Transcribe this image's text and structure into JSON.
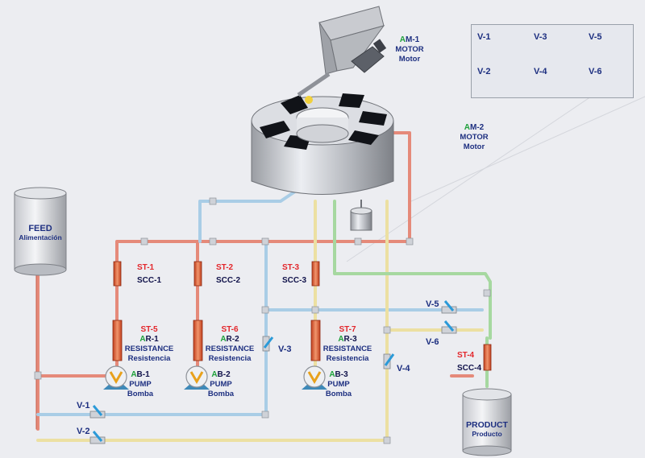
{
  "motor1": {
    "code_prefix": "A",
    "code_rest": "M-1",
    "en": "MOTOR",
    "es": "Motor"
  },
  "motor2": {
    "code_prefix": "A",
    "code_rest": "M-2",
    "en": "MOTOR",
    "es": "Motor"
  },
  "feed_tank": {
    "en": "FEED",
    "es": "Alimentación"
  },
  "product_tank": {
    "en": "PRODUCT",
    "es": "Producto"
  },
  "sensors": [
    {
      "st": "ST-1",
      "scc": "SCC-1"
    },
    {
      "st": "ST-2",
      "scc": "SCC-2"
    },
    {
      "st": "ST-3",
      "scc": "SCC-3"
    },
    {
      "st": "ST-4",
      "scc": "SCC-4"
    }
  ],
  "heaters": [
    {
      "st": "ST-5",
      "ar_prefix": "A",
      "ar_rest": "R-1",
      "en": "RESISTANCE",
      "es": "Resistencia"
    },
    {
      "st": "ST-6",
      "ar_prefix": "A",
      "ar_rest": "R-2",
      "en": "RESISTANCE",
      "es": "Resistencia"
    },
    {
      "st": "ST-7",
      "ar_prefix": "A",
      "ar_rest": "R-3",
      "en": "RESISTANCE",
      "es": "Resistencia"
    }
  ],
  "pumps": [
    {
      "code_prefix": "A",
      "code_rest": "B-1",
      "en": "PUMP",
      "es": "Bomba"
    },
    {
      "code_prefix": "A",
      "code_rest": "B-2",
      "en": "PUMP",
      "es": "Bomba"
    },
    {
      "code_prefix": "A",
      "code_rest": "B-3",
      "en": "PUMP",
      "es": "Bomba"
    }
  ],
  "valves": {
    "v1": "V-1",
    "v2": "V-2",
    "v3": "V-3",
    "v4": "V-4",
    "v5": "V-5",
    "v6": "V-6"
  },
  "legend": {
    "row1": [
      "V-1",
      "V-3",
      "V-5"
    ],
    "row2": [
      "V-2",
      "V-4",
      "V-6"
    ]
  },
  "colors": {
    "red_pipe": "#e58a7a",
    "blue_pipe": "#a9cde6",
    "yellow_pipe": "#ece0a2",
    "green_pipe": "#a6d8a0",
    "code_red": "#e3262b",
    "code_green": "#1ea03a",
    "label_navy": "#1d2f80"
  }
}
